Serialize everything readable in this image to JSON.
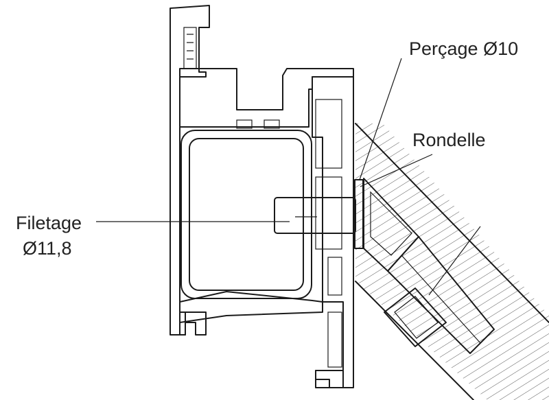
{
  "labels": {
    "drilling": "Perçage Ø10",
    "washer": "Rondelle",
    "thread_line1": "Filetage",
    "thread_line2": "Ø11,8"
  },
  "colors": {
    "stroke": "#1a1a1a",
    "hatch": "#555555",
    "washer_fill": "#c8c8c8",
    "screw_fill": "#e6e6e6",
    "background": "#ffffff"
  }
}
